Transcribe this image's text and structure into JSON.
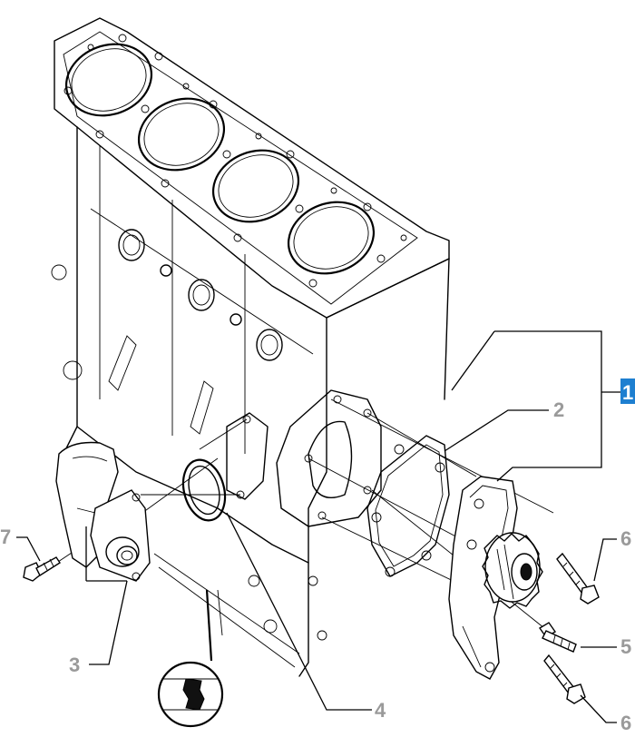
{
  "callouts": [
    {
      "id": "1",
      "label": "1",
      "highlighted": true
    },
    {
      "id": "2",
      "label": "2"
    },
    {
      "id": "3",
      "label": "3"
    },
    {
      "id": "4",
      "label": "4"
    },
    {
      "id": "5",
      "label": "5"
    },
    {
      "id": "6a",
      "label": "6"
    },
    {
      "id": "6b",
      "label": "6"
    },
    {
      "id": "7",
      "label": "7"
    }
  ],
  "colors": {
    "line": "#000000",
    "callout_text": "#9a9a9a",
    "highlight": "#1e7fd0"
  }
}
